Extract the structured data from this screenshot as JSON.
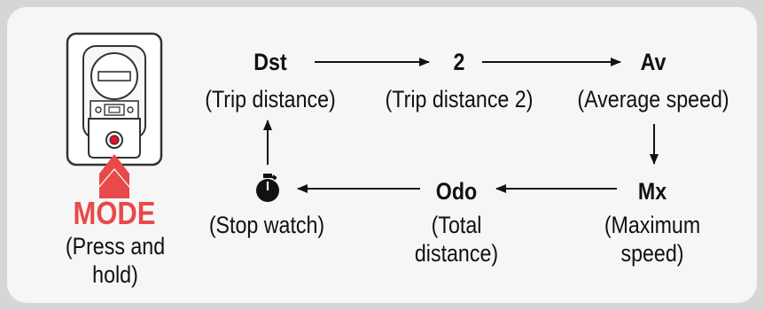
{
  "device": {
    "button_label": "MODE",
    "button_desc": "(Press and hold)"
  },
  "nodes": {
    "dst": {
      "main": "Dst",
      "desc": "(Trip distance)"
    },
    "trip2": {
      "main": "2",
      "desc": "(Trip distance 2)"
    },
    "av": {
      "main": "Av",
      "desc": "(Average speed)"
    },
    "mx": {
      "main": "Mx",
      "desc_line1": "(Maximum",
      "desc_line2": "speed)"
    },
    "odo": {
      "main": "Odo",
      "desc_line1": "(Total",
      "desc_line2": "distance)"
    },
    "stopwatch": {
      "icon": "stopwatch-icon",
      "desc": "(Stop watch)"
    }
  },
  "colors": {
    "accent": "#e8494a",
    "panel": "#f6f6f6",
    "background": "#d6d6d6"
  }
}
